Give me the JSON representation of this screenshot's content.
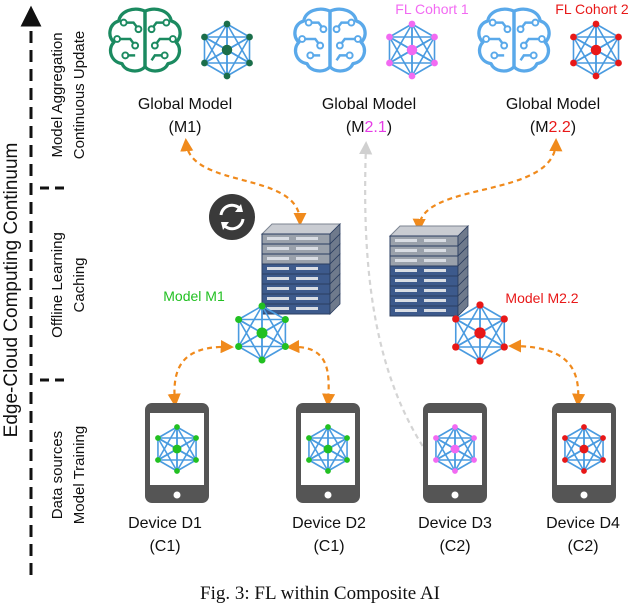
{
  "axis": {
    "title": "Edge-Cloud Computing Continuum"
  },
  "layers": [
    {
      "line1": "Model Aggregation",
      "line2": "Continuous Update"
    },
    {
      "line1": "Offline Learning",
      "line2": "Caching"
    },
    {
      "line1": "Data sources",
      "line2": "Model Training"
    }
  ],
  "globals": [
    {
      "title": "Global Model",
      "id_prefix": "(M",
      "id_highlight": "1",
      "id_suffix": ")",
      "highlight_color": "#111111",
      "node_color": "#1b6e4a",
      "brain_color": "#1b8a60",
      "cohort": ""
    },
    {
      "title": "Global Model",
      "id_prefix": "(M",
      "id_highlight": "2.1",
      "id_suffix": ")",
      "highlight_color": "#e63be6",
      "node_color": "#f26af2",
      "brain_color": "#5aa9ea",
      "cohort": "FL Cohort 1",
      "cohort_color": "#f26af2"
    },
    {
      "title": "Global Model",
      "id_prefix": "(M",
      "id_highlight": "2.2",
      "id_suffix": ")",
      "highlight_color": "#e81818",
      "node_color": "#e81818",
      "brain_color": "#5aa9ea",
      "cohort": "FL Cohort 2",
      "cohort_color": "#e81818"
    }
  ],
  "edge_models": [
    {
      "label": "Model M1",
      "color": "#22c022",
      "node_color": "#22c022"
    },
    {
      "label": "Model M2.2",
      "color": "#e81818",
      "node_color": "#e81818"
    }
  ],
  "devices": [
    {
      "name": "Device D1",
      "cohort": "(C1)",
      "node_color": "#22c022"
    },
    {
      "name": "Device D2",
      "cohort": "(C1)",
      "node_color": "#22c022"
    },
    {
      "name": "Device D3",
      "cohort": "(C2)",
      "node_color": "#f26af2"
    },
    {
      "name": "Device D4",
      "cohort": "(C2)",
      "node_color": "#e81818"
    }
  ],
  "colors": {
    "link": "#f08a1c",
    "link_faded": "#d8d8d8",
    "net_edge": "#4a9be0",
    "device_body": "#555555",
    "server_body": "#3d5a8c",
    "sync_badge": "#3a3a3a"
  },
  "icons": {
    "sync": "sync-icon",
    "server": "server-icon",
    "tablet": "tablet-icon",
    "brain": "brain-circuit-icon",
    "network": "neural-network-icon"
  },
  "caption": "Fig. 3: FL within Composite AI"
}
